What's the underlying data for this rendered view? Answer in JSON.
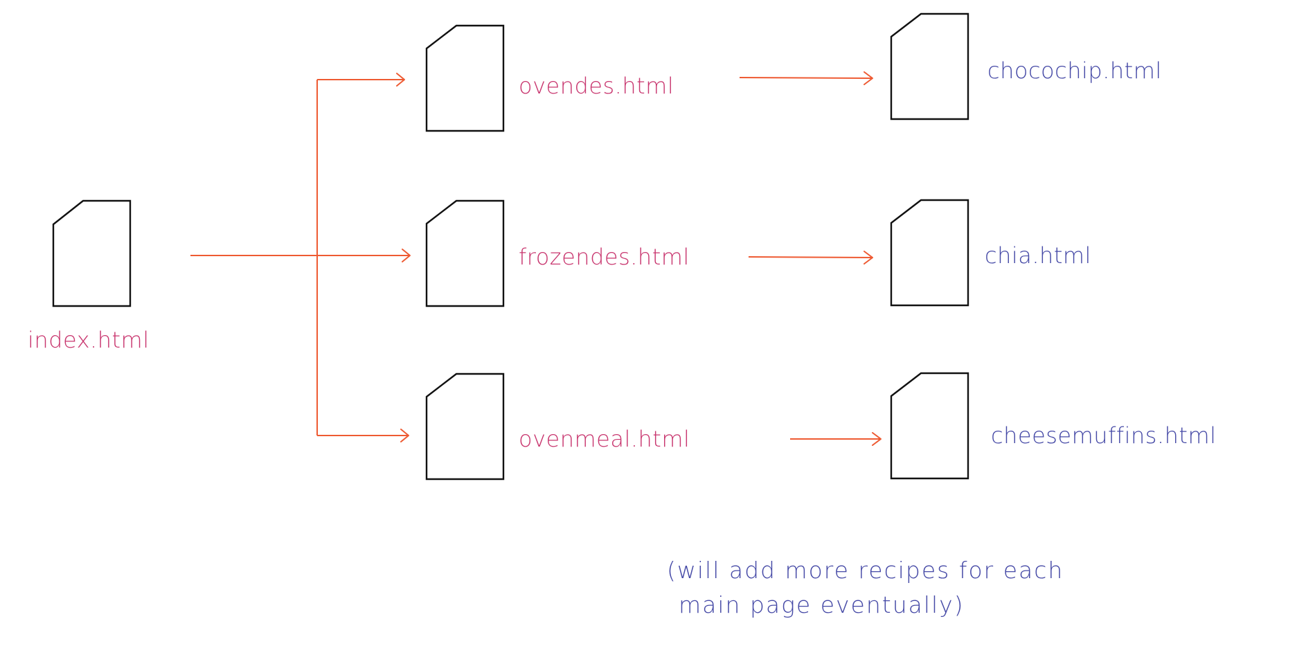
{
  "colors": {
    "arrow": "#ee5a32",
    "label_primary": "#c8356e",
    "label_secondary": "#4549a6",
    "document_outline": "#111111"
  },
  "nodes": {
    "index": {
      "label": "index.html",
      "icon": "document-icon"
    },
    "ovendes": {
      "label": "ovendes.html",
      "icon": "document-icon"
    },
    "frozendes": {
      "label": "frozendes.html",
      "icon": "document-icon"
    },
    "ovenmeal": {
      "label": "ovenmeal.html",
      "icon": "document-icon"
    },
    "chocochip": {
      "label": "chocochip.html",
      "icon": "document-icon"
    },
    "chia": {
      "label": "chia.html",
      "icon": "document-icon"
    },
    "cheesemuffins": {
      "label": "cheesemuffins.html",
      "icon": "document-icon"
    }
  },
  "edges": [
    {
      "from": "index",
      "to": "ovendes"
    },
    {
      "from": "index",
      "to": "frozendes"
    },
    {
      "from": "index",
      "to": "ovenmeal"
    },
    {
      "from": "ovendes",
      "to": "chocochip"
    },
    {
      "from": "frozendes",
      "to": "chia"
    },
    {
      "from": "ovenmeal",
      "to": "cheesemuffins"
    }
  ],
  "note": {
    "line1": "(will add more recipes for each",
    "line2": "main page eventually)"
  }
}
